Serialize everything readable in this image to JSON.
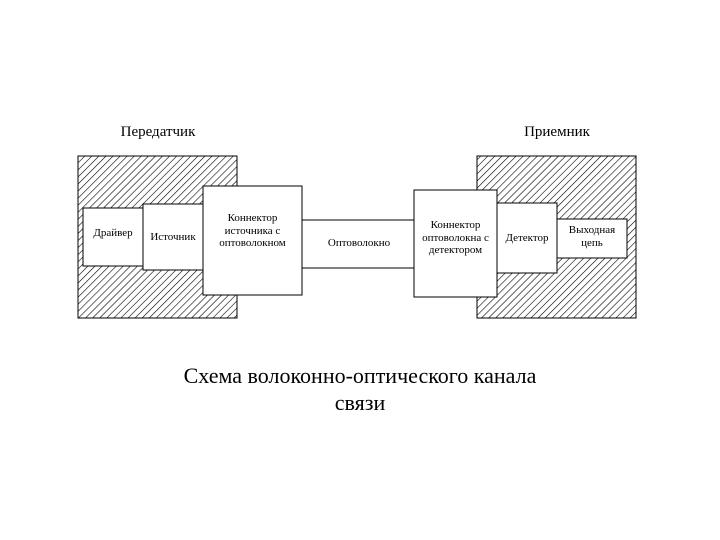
{
  "diagram": {
    "transmitter": {
      "title": "Передатчик",
      "driver": "Драйвер",
      "source": "Источник",
      "source_connector": "Коннектор источника с оптоволокном"
    },
    "fiber": "Оптоволокно",
    "receiver": {
      "title": "Приемник",
      "detector_connector": "Коннектор оптоволокна с детектором",
      "detector": "Детектор",
      "output_circuit": "Выходная цепь"
    },
    "caption": "Схема волоконно-оптического канала связи"
  }
}
